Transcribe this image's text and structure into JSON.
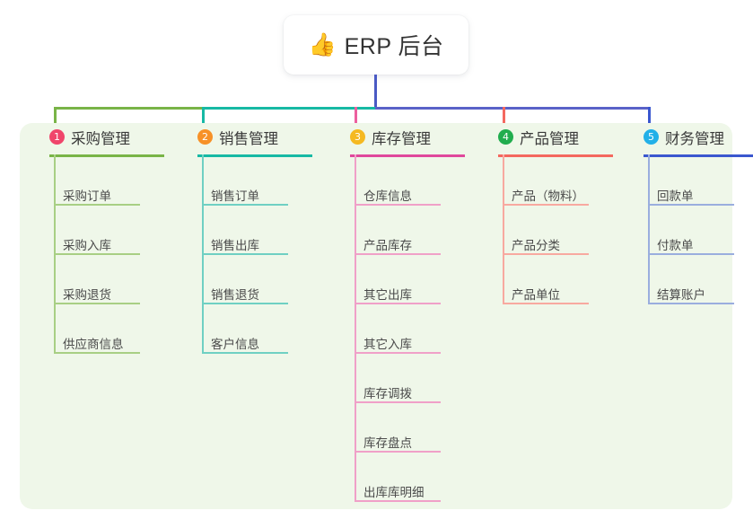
{
  "title_card": {
    "icon": "thumbs-up-icon",
    "icon_glyph": "👍",
    "text": "ERP 后台"
  },
  "panel": {
    "background_color": "#eff7e9"
  },
  "columns": [
    {
      "number": "1",
      "title": "采购管理",
      "badge_color": "#f0456b",
      "rule_color": "#79b447",
      "leaf_color": "#a8cf84",
      "drop_color": "#79b447",
      "items": [
        "采购订单",
        "采购入库",
        "采购退货",
        "供应商信息"
      ]
    },
    {
      "number": "2",
      "title": "销售管理",
      "badge_color": "#f79127",
      "rule_color": "#17b9a4",
      "leaf_color": "#6fd0c3",
      "drop_color": "#17b9a4",
      "items": [
        "销售订单",
        "销售出库",
        "销售退货",
        "客户信息"
      ]
    },
    {
      "number": "3",
      "title": "库存管理",
      "badge_color": "#f5b921",
      "rule_color": "#e0489c",
      "leaf_color": "#f0a0c8",
      "drop_color": "#ec5f9e",
      "items": [
        "仓库信息",
        "产品库存",
        "其它出库",
        "其它入库",
        "库存调拨",
        "库存盘点",
        "出库库明细"
      ]
    },
    {
      "number": "4",
      "title": "产品管理",
      "badge_color": "#21ad4e",
      "rule_color": "#f4685f",
      "leaf_color": "#f8a9a0",
      "drop_color": "#f4685f",
      "items": [
        "产品（物料）",
        "产品分类",
        "产品单位"
      ]
    },
    {
      "number": "5",
      "title": "财务管理",
      "badge_color": "#22b0e8",
      "rule_color": "#3a57cf",
      "leaf_color": "#9aaede",
      "drop_color": "#3a57cf",
      "items": [
        "回款单",
        "付款单",
        "结算账户"
      ]
    }
  ],
  "connectors": {
    "stem_color": "#4a5ac4",
    "bar_segment_1_color": "#79b447",
    "bar_segment_2_color": "#17b9a4",
    "bar_segment_3_color": "#5a62c8"
  }
}
